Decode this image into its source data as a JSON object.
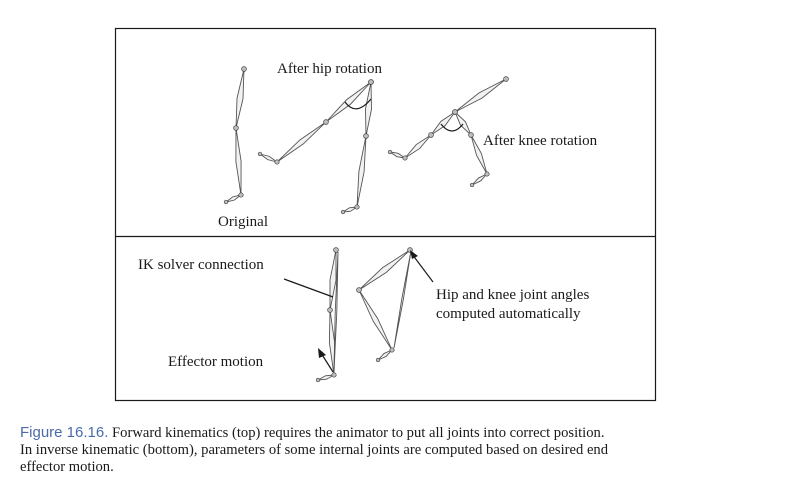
{
  "labels": {
    "after_hip": "After hip rotation",
    "after_knee": "After knee rotation",
    "original": "Original",
    "ik_solver": "IK solver connection",
    "hip_knee_line1": "Hip and knee joint angles",
    "hip_knee_line2": "computed automatically",
    "effector": "Effector motion"
  },
  "caption": {
    "number": "Figure 16.16.",
    "line1": "Forward kinematics (top) requires the animator to put all joints into correct position.",
    "line2": "In inverse kinematic (bottom), parameters of some internal joints are computed based on desired end",
    "line3": "effector motion."
  },
  "colors": {
    "frame": "#1a1a1a",
    "caption_number": "#4a6aa8",
    "bone_fill": "#f2f2f2",
    "bone_stroke": "#555555"
  }
}
